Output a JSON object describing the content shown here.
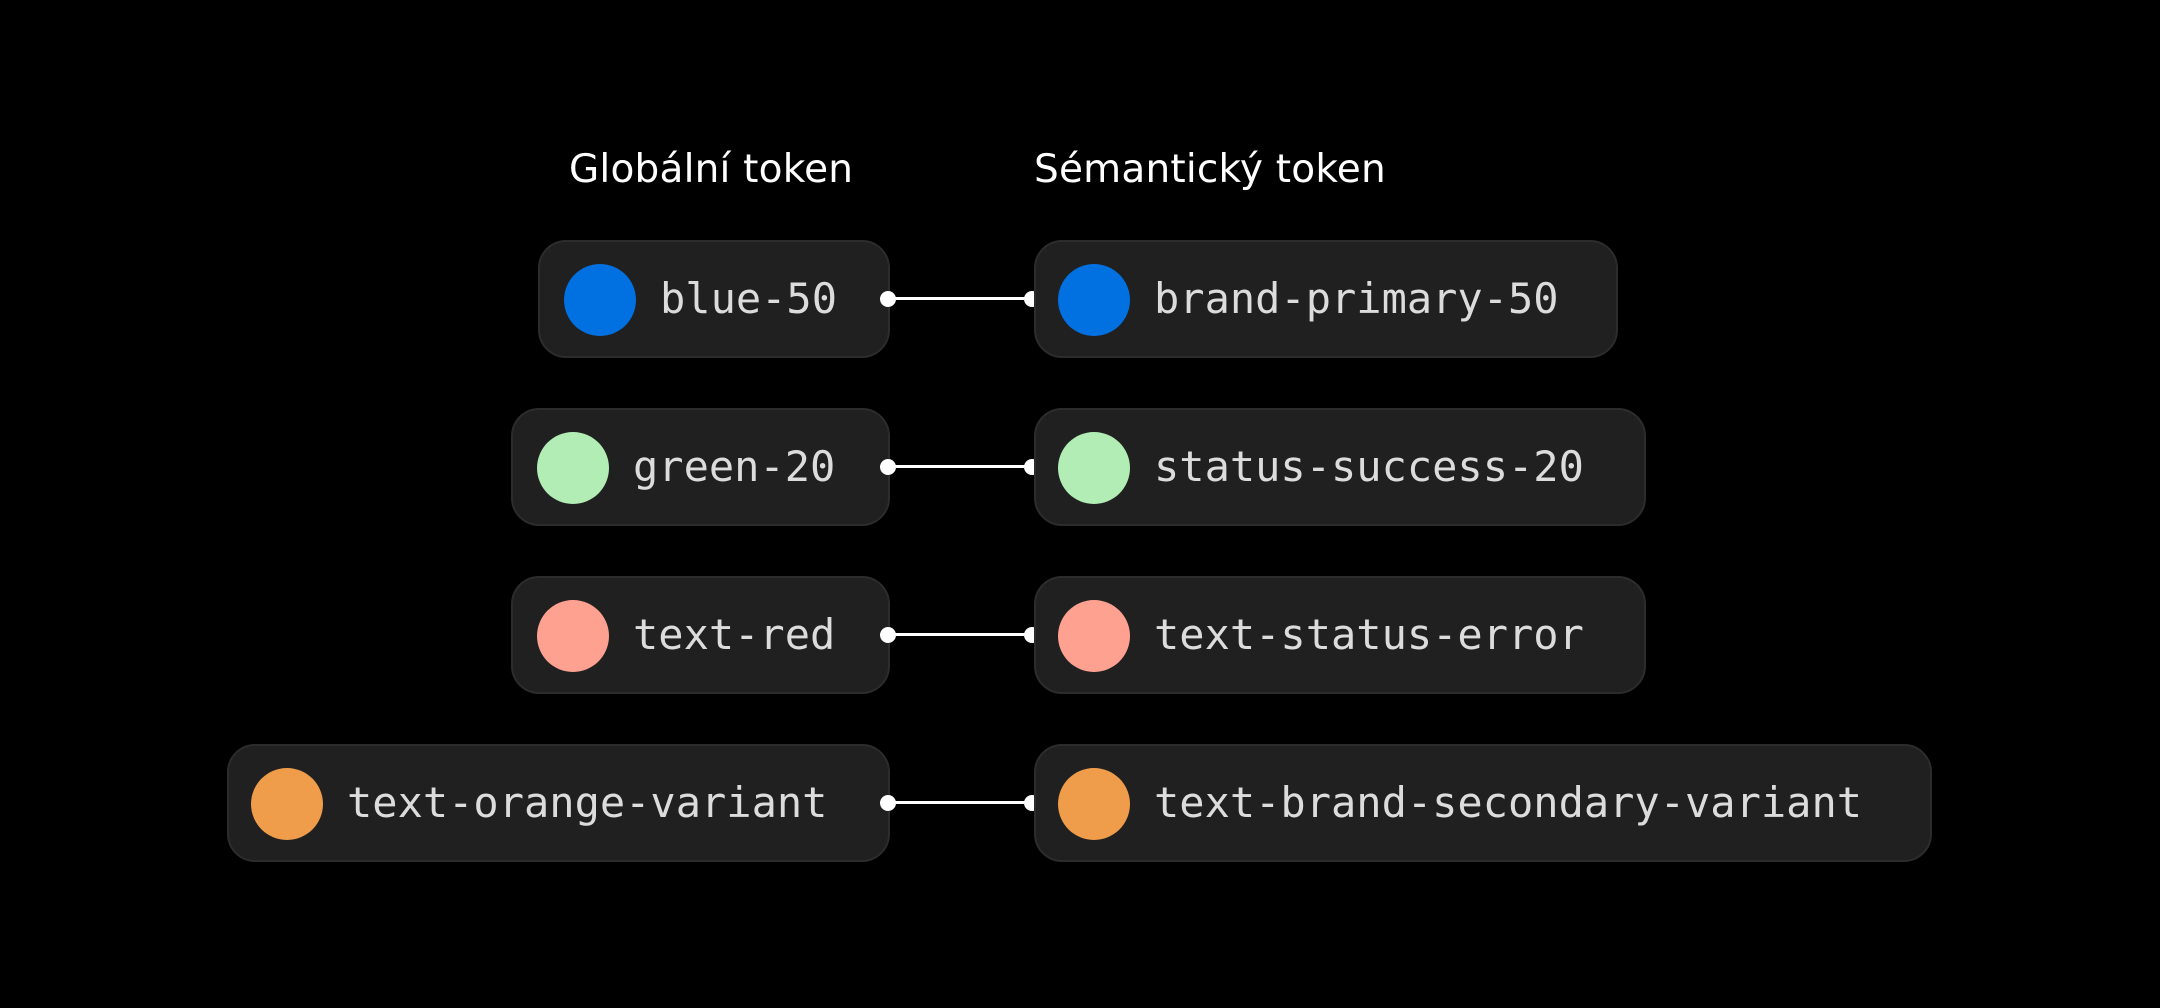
{
  "headings": {
    "global": "Globální token",
    "semantic": "Sémantický token"
  },
  "rows": [
    {
      "global": {
        "label": "blue-50",
        "swatch_color": "#0170E0"
      },
      "semantic": {
        "label": "brand-primary-50",
        "swatch_color": "#0170E0"
      }
    },
    {
      "global": {
        "label": "green-20",
        "swatch_color": "#B1EDB5"
      },
      "semantic": {
        "label": "status-success-20",
        "swatch_color": "#B1EDB5"
      }
    },
    {
      "global": {
        "label": "text-red",
        "swatch_color": "#FFA190"
      },
      "semantic": {
        "label": "text-status-error",
        "swatch_color": "#FFA190"
      }
    },
    {
      "global": {
        "label": "text-orange-variant",
        "swatch_color": "#EF9D4A"
      },
      "semantic": {
        "label": "text-brand-secondary-variant",
        "swatch_color": "#EF9D4A"
      }
    }
  ],
  "colors": {
    "background": "#000000",
    "pill": "#202020",
    "connector": "#FFFFFF"
  }
}
